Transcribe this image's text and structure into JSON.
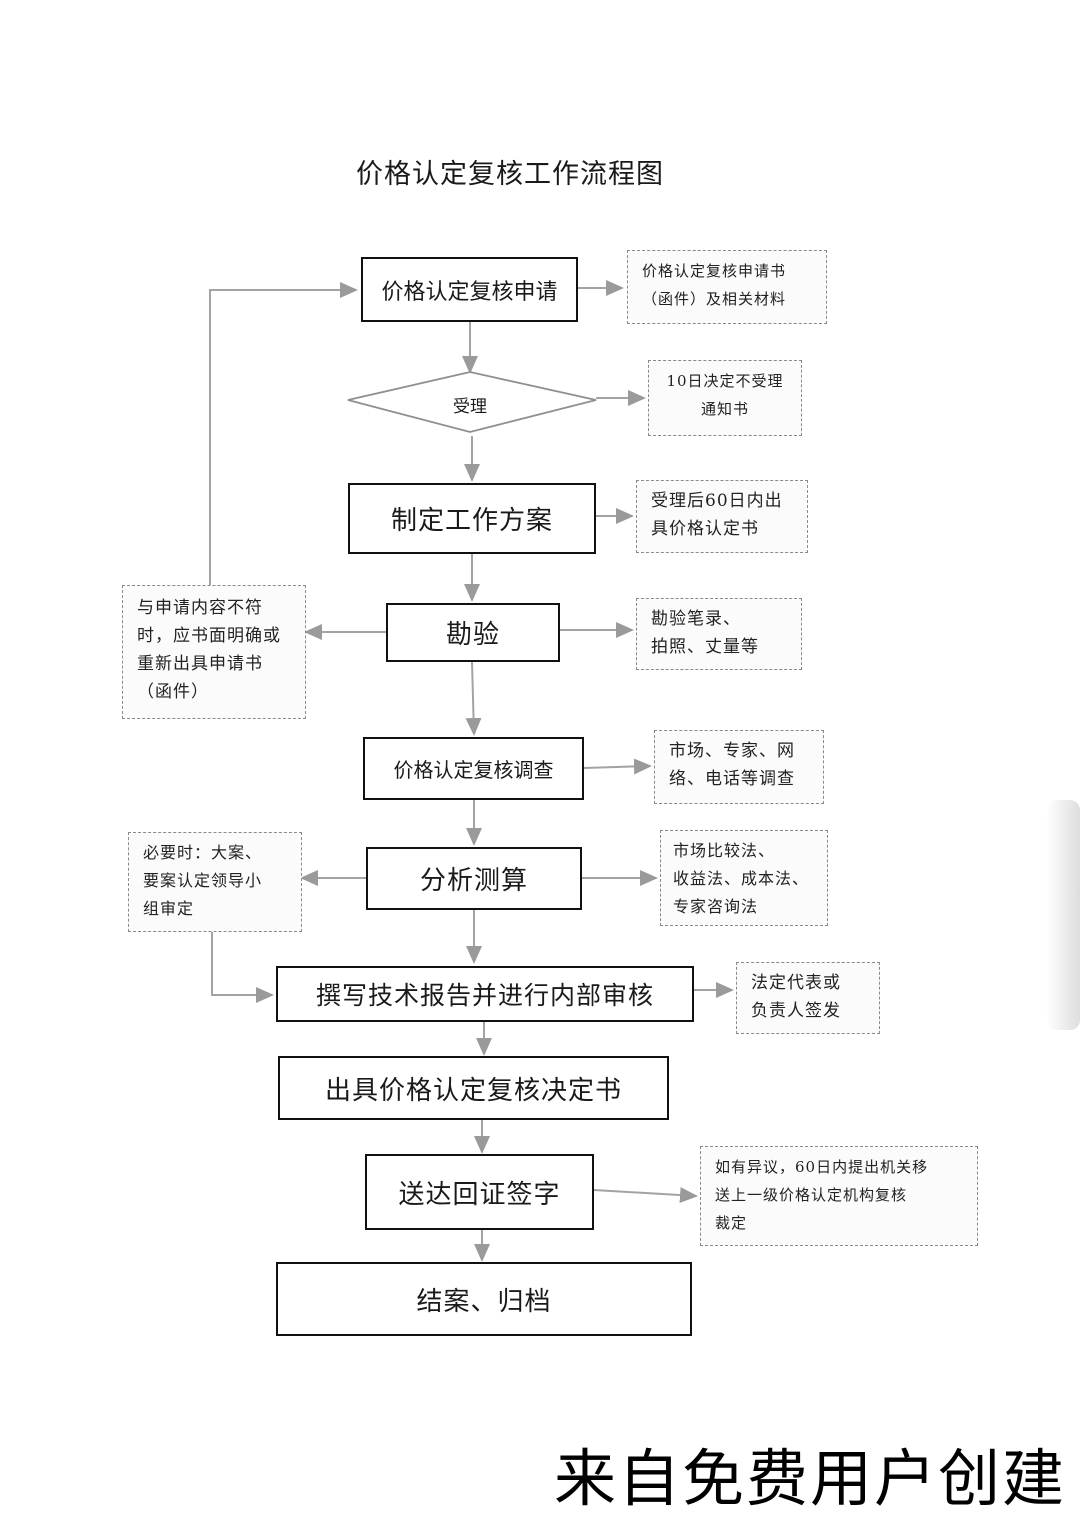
{
  "title": "价格认定复核工作流程图",
  "steps": {
    "apply": "价格认定复核申请",
    "accept": "受理",
    "plan": "制定工作方案",
    "survey": "勘验",
    "investigate": "价格认定复核调查",
    "analyze": "分析测算",
    "report": "撰写技术报告并进行内部审核",
    "issue": "出具价格认定复核决定书",
    "deliver": "送达回证签字",
    "close": "结案、归档"
  },
  "notes": {
    "apply_materials": [
      "价格认定复核申请书",
      "（函件）及相关材料"
    ],
    "reject_notice": [
      "10日决定不受理",
      "通知书"
    ],
    "deadline": [
      "受理后60日内出",
      "具价格认定书"
    ],
    "mismatch": [
      "与申请内容不符",
      "时，应书面明确或",
      "重新出具申请书",
      "（函件）"
    ],
    "survey_records": [
      "勘验笔录、",
      "拍照、丈量等"
    ],
    "investigate_methods": [
      "市场、专家、网",
      "络、电话等调查"
    ],
    "leader_review": [
      "必要时：大案、",
      "要案认定领导小",
      "组审定"
    ],
    "analysis_methods": [
      "市场比较法、",
      "收益法、成本法、",
      "专家咨询法"
    ],
    "signoff": [
      "法定代表或",
      "负责人签发"
    ],
    "objection": [
      "如有异议，60日内提出机关移",
      "送上一级价格认定机构复核",
      "裁定"
    ]
  },
  "watermark": "来自免费用户创建"
}
